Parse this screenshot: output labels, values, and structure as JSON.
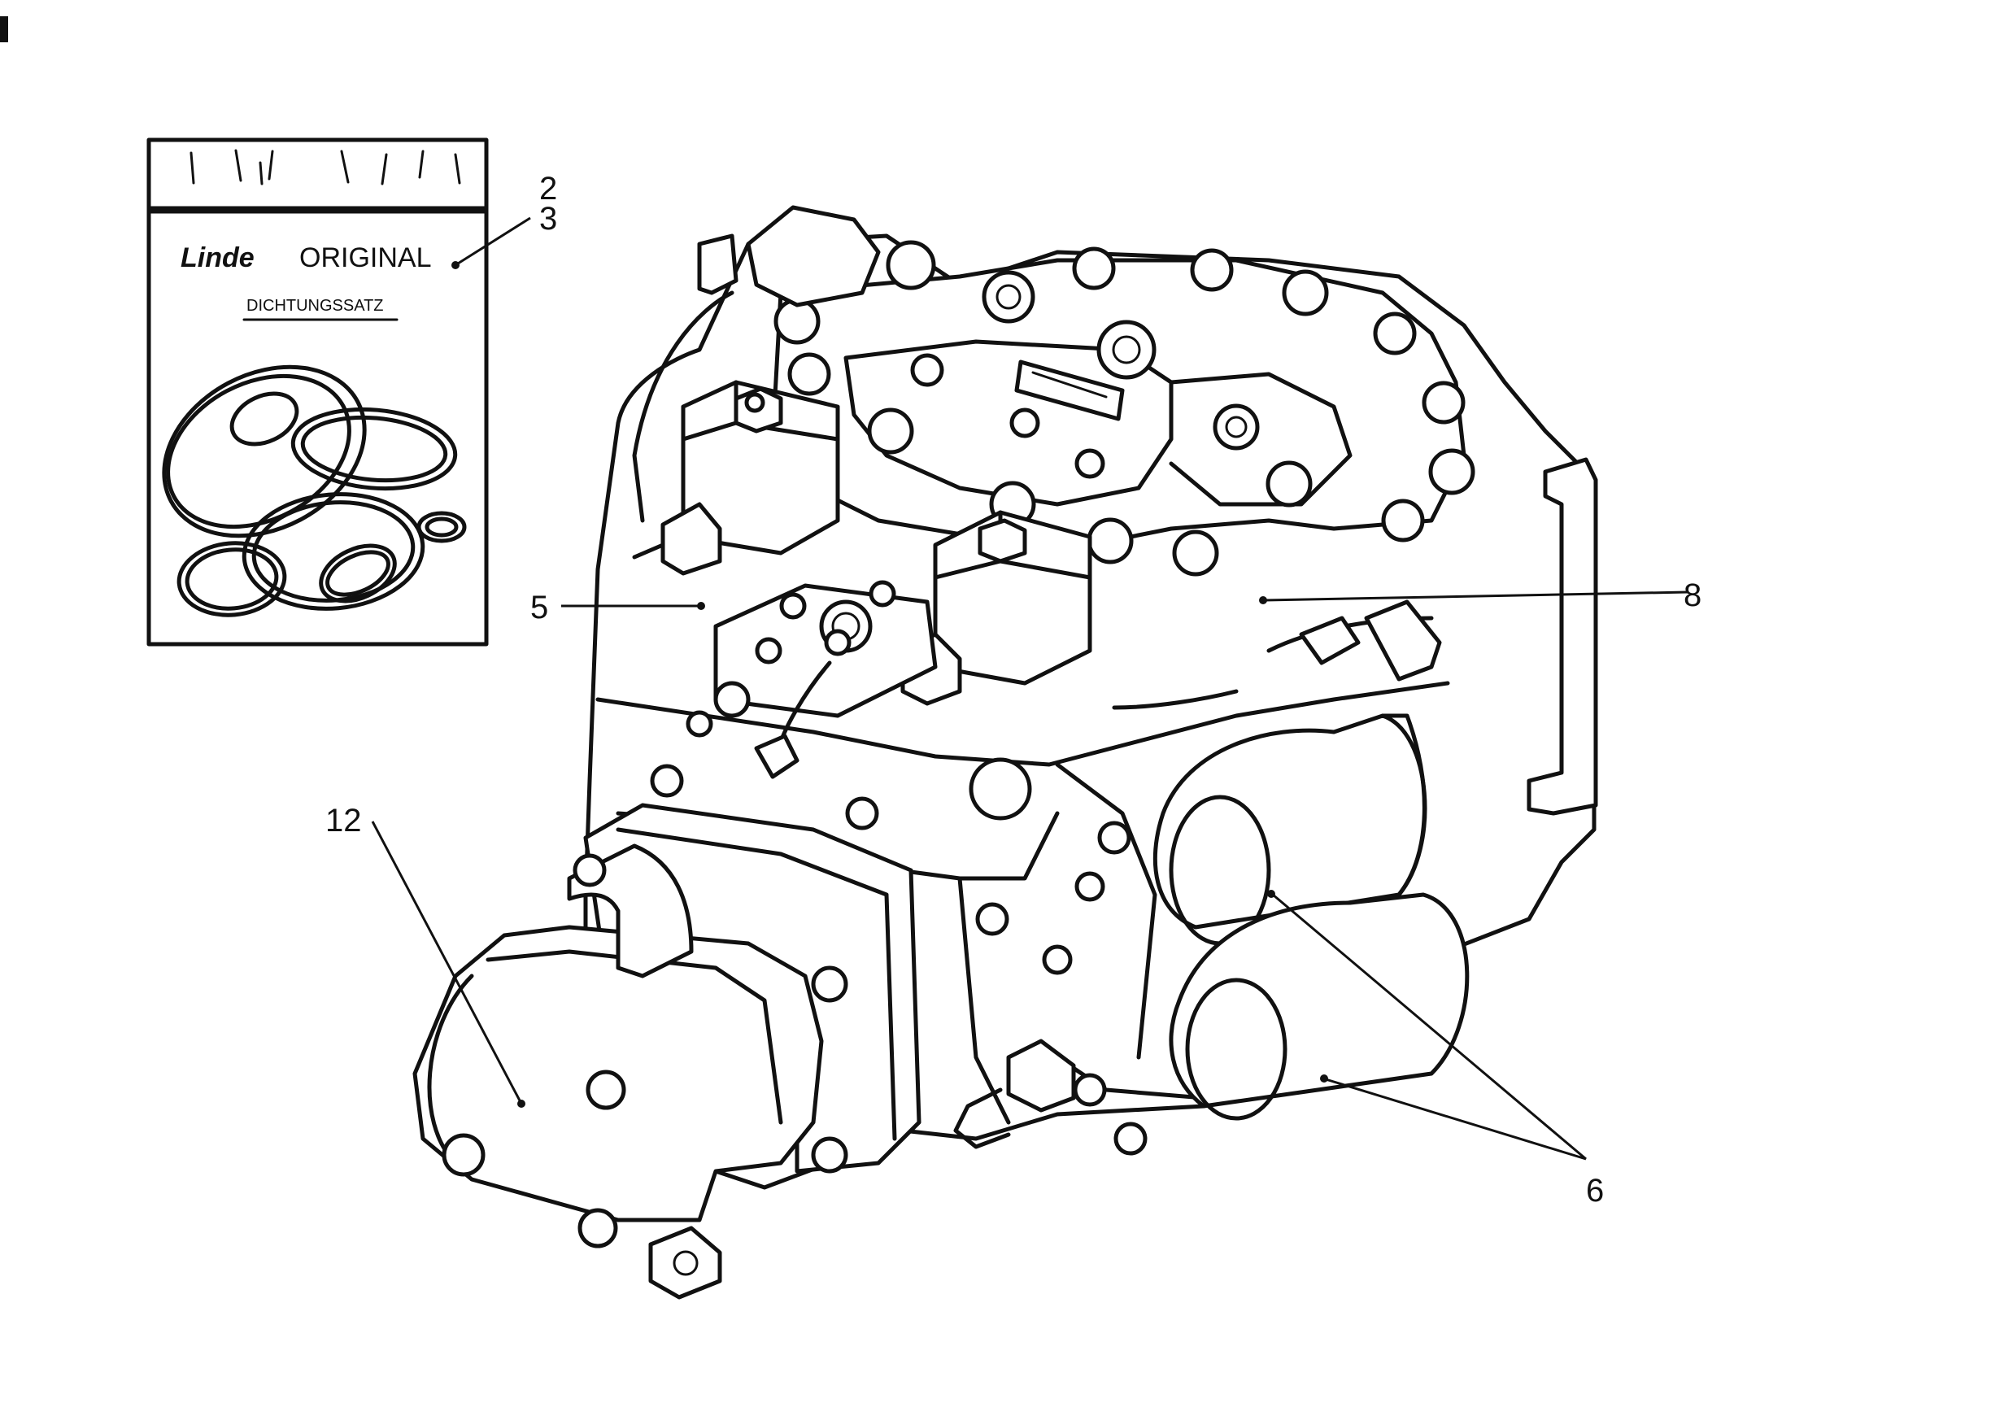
{
  "package": {
    "brand": "Linde",
    "title": "ORIGINAL",
    "subtitle": "DICHTUNGSSATZ"
  },
  "callouts": [
    {
      "id": "c2",
      "label": "2"
    },
    {
      "id": "c3",
      "label": "3"
    },
    {
      "id": "c5",
      "label": "5"
    },
    {
      "id": "c6",
      "label": "6"
    },
    {
      "id": "c8",
      "label": "8"
    },
    {
      "id": "c12",
      "label": "12"
    }
  ]
}
